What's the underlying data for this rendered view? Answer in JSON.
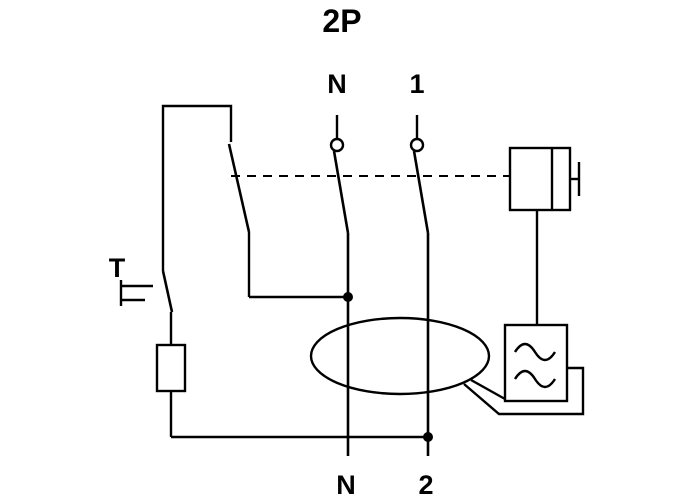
{
  "diagram": {
    "title": "2P",
    "terminals": {
      "top_left": "N",
      "top_right": "1",
      "bottom_left": "N",
      "bottom_right": "2"
    },
    "test_button_label": "T",
    "colors": {
      "stroke": "#000000",
      "background": "#ffffff"
    },
    "components": [
      "supply-terminal-circle",
      "switch-pole-blade",
      "mechanism-dashed-linkage",
      "test-button",
      "test-resistor",
      "residual-current-transformer-torus",
      "trip-coil-box",
      "trip-relay-sine-box"
    ]
  }
}
